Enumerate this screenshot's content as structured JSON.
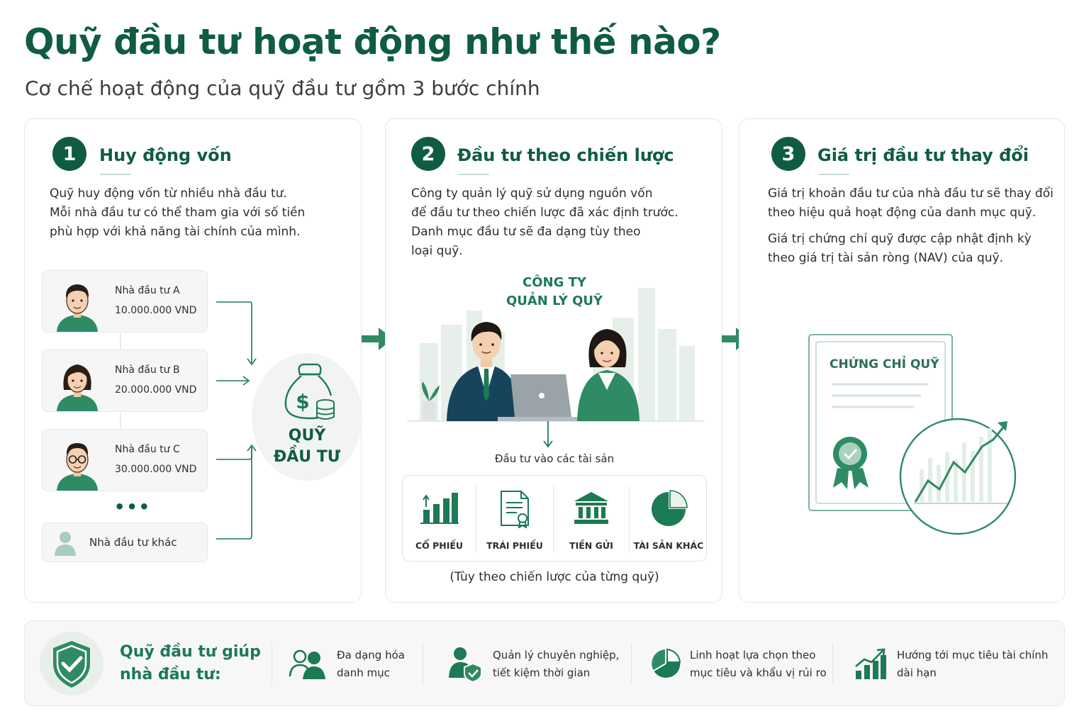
{
  "header": {
    "title": "Quỹ đầu tư hoạt động như thế nào?",
    "subtitle": "Cơ chế hoạt động của quỹ đầu tư gồm 3 bước chính"
  },
  "step1": {
    "number": "1",
    "title": "Huy động vốn",
    "lines": [
      "Quỹ huy động vốn từ nhiều nhà đầu tư.",
      "Mỗi nhà đầu tư có thể tham gia với số tiền",
      "phù hợp với khả năng tài chính của mình."
    ],
    "investors": [
      {
        "name": "Nhà đầu tư A",
        "amount": "10.000.000 VND"
      },
      {
        "name": "Nhà đầu tư B",
        "amount": "20.000.000 VND"
      },
      {
        "name": "Nhà đầu tư C",
        "amount": "30.000.000 VND"
      }
    ],
    "dots": "•••",
    "other_investor": "Nhà đầu tư khác",
    "fund_line1": "QUỸ",
    "fund_line2": "ĐẦU TƯ"
  },
  "step2": {
    "number": "2",
    "title": "Đầu tư theo chiến lược",
    "lines": [
      "Công ty quản lý quỹ sử dụng nguồn vốn",
      "để đầu tư theo chiến lược đã xác định trước.",
      "Danh mục đầu tư sẽ đa dạng tùy theo",
      "loại quỹ."
    ],
    "company_line1": "CÔNG TY",
    "company_line2": "QUẢN LÝ QUỸ",
    "assets_caption": "Đầu tư vào các tài sản",
    "assets": [
      "CỔ PHIẾU",
      "TRÁI PHIẾU",
      "TIỀN GỬI",
      "TÀI SẢN KHÁC"
    ],
    "note": "(Tùy theo chiến lược của từng quỹ)"
  },
  "step3": {
    "number": "3",
    "title": "Giá trị đầu tư thay đổi",
    "para1": [
      "Giá trị khoản đầu tư của nhà đầu tư sẽ thay đổi",
      "theo hiệu quả hoạt động của danh mục quỹ."
    ],
    "para2": [
      "Giá trị chứng chỉ quỹ được cập nhật định kỳ",
      "theo giá trị tài sản ròng (NAV) của quỹ."
    ],
    "certificate_title": "CHỨNG CHỈ QUỸ"
  },
  "bottom": {
    "title_line1": "Quỹ đầu tư giúp",
    "title_line2": "nhà đầu tư:",
    "benefits": [
      {
        "line1": "Đa dạng hóa",
        "line2": "danh mục",
        "icon": "group-icon"
      },
      {
        "line1": "Quản lý chuyên nghiệp,",
        "line2": "tiết kiệm thời gian",
        "icon": "manager-shield-icon"
      },
      {
        "line1": "Linh hoạt lựa chọn theo",
        "line2": "mục tiêu và khẩu vị rủi ro",
        "icon": "pie-chart-icon"
      },
      {
        "line1": "Hướng tới mục tiêu tài chính",
        "line2": "dài hạn",
        "icon": "growth-chart-icon"
      }
    ]
  },
  "colors": {
    "primary": "#0f5c43",
    "accent": "#2e8b63",
    "light": "#eef3f0",
    "border": "#e3e7e5"
  }
}
